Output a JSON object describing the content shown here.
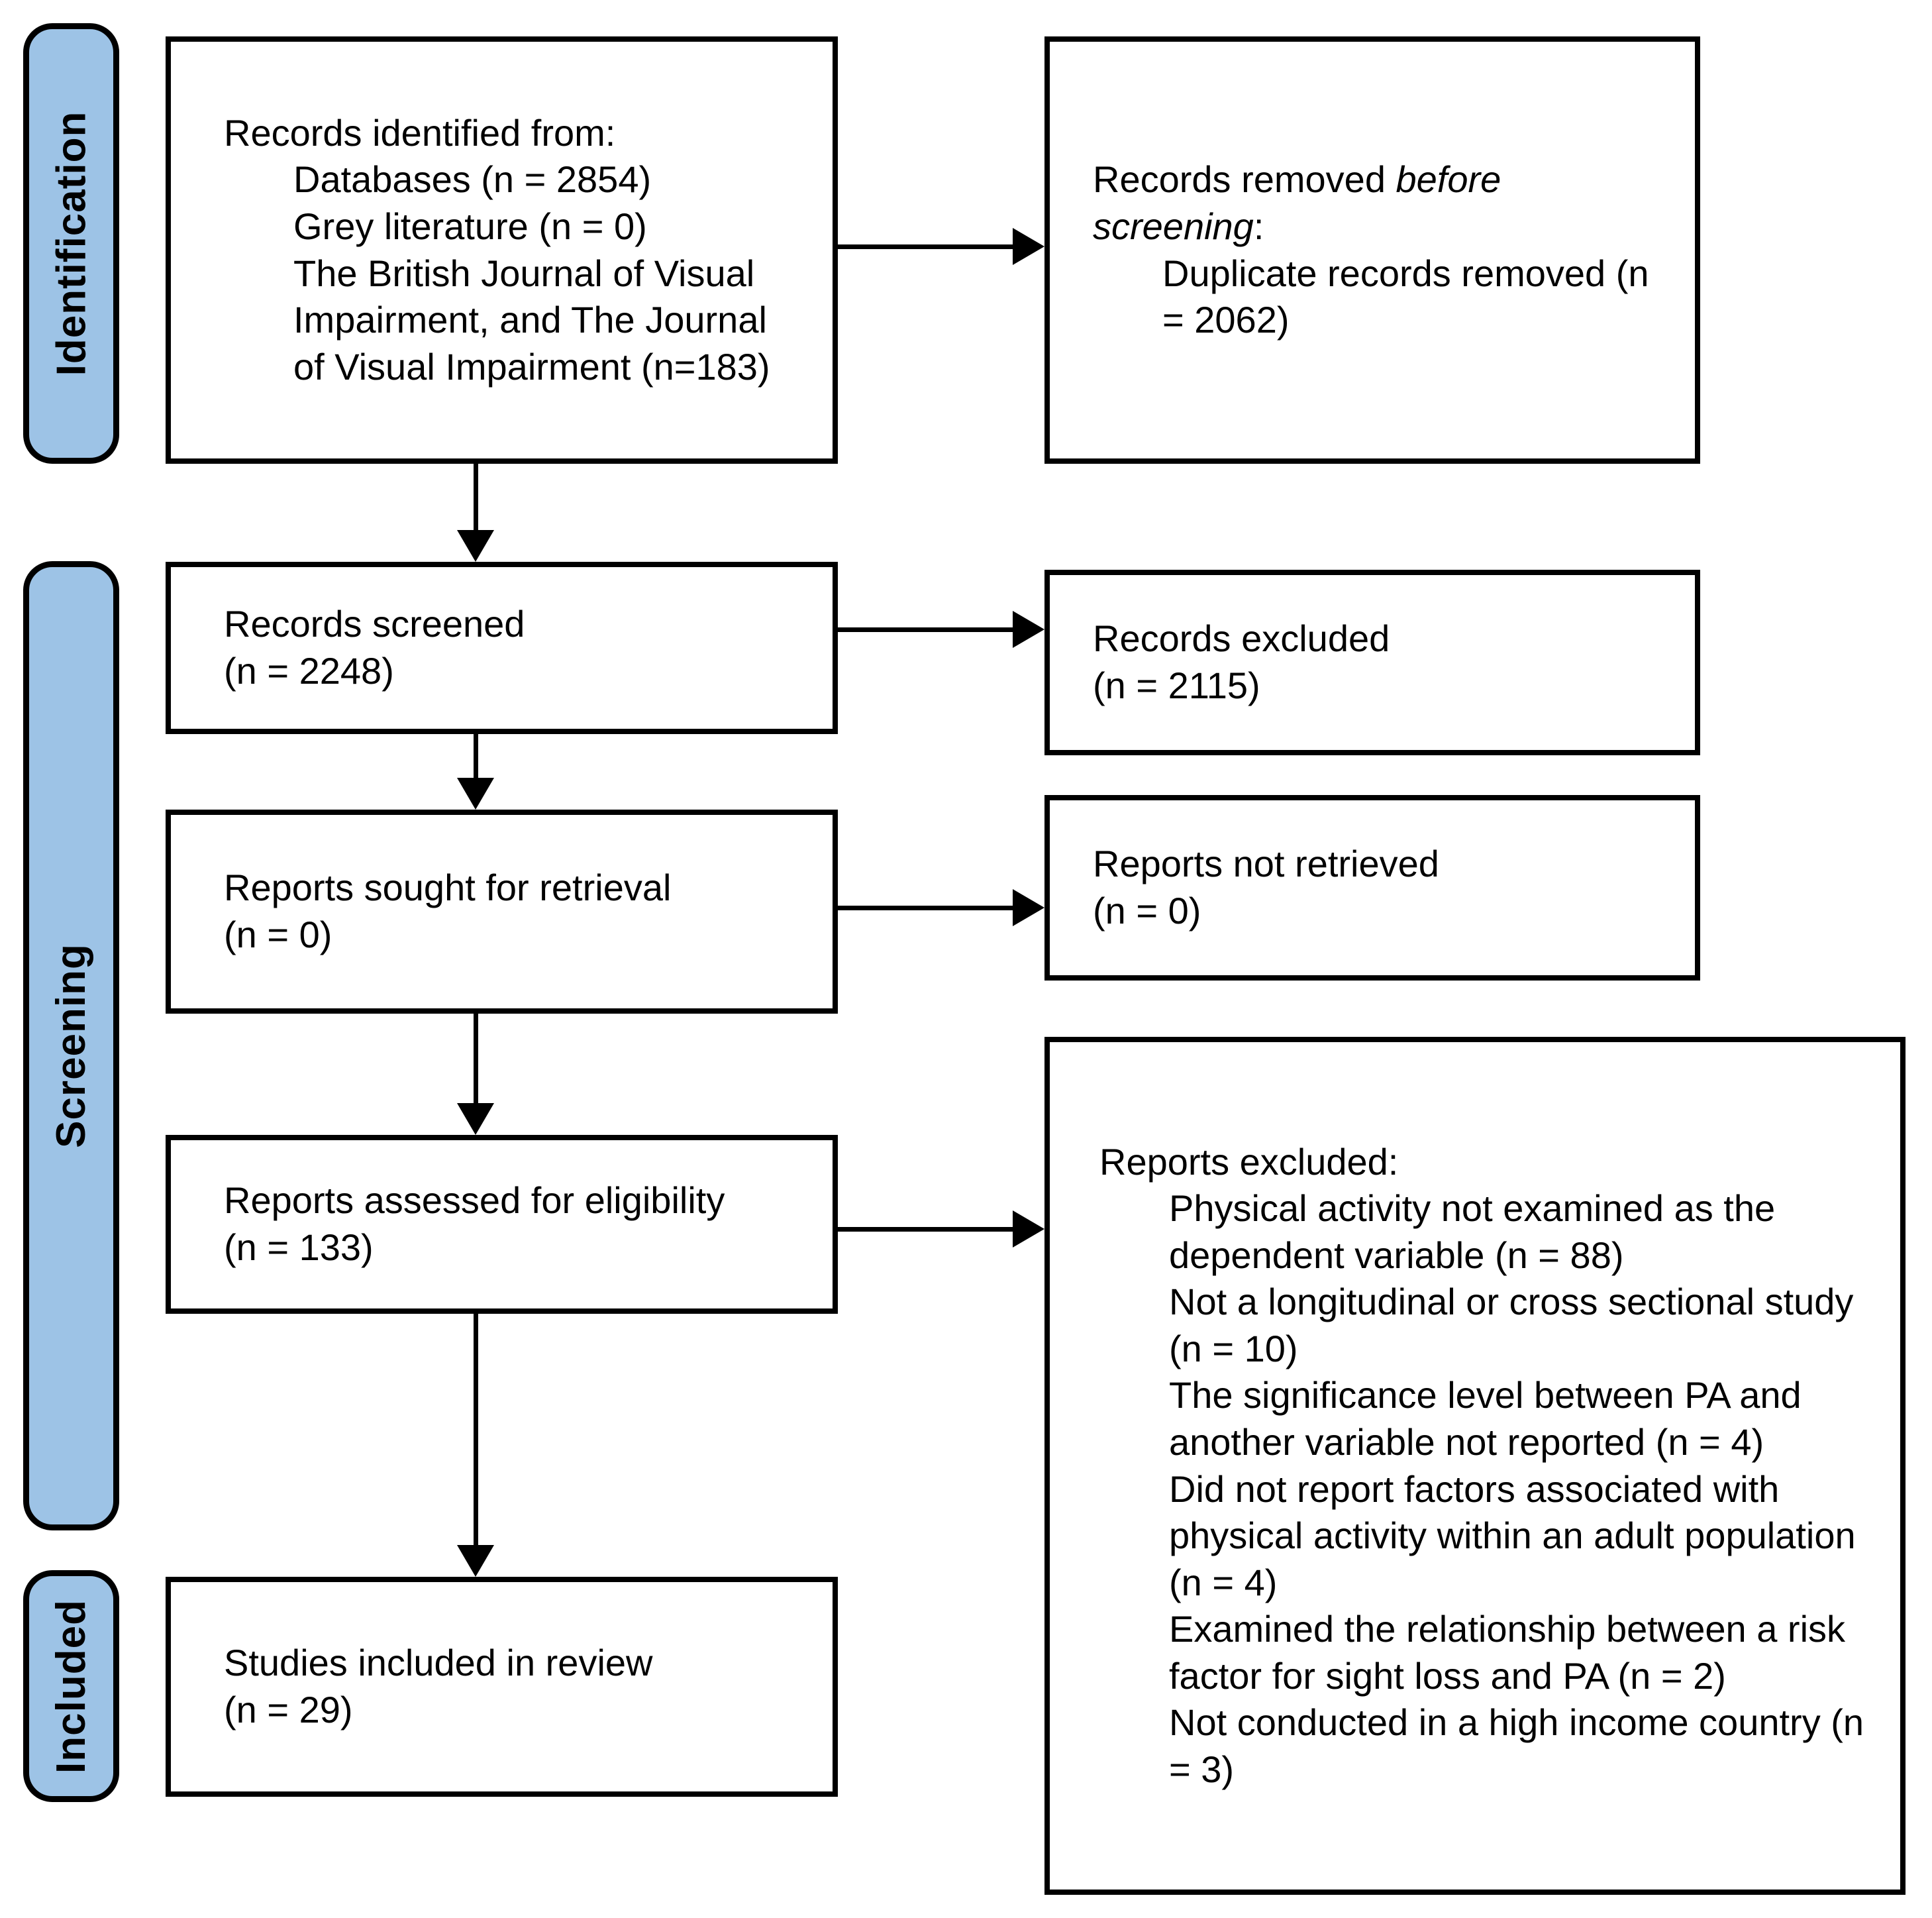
{
  "colors": {
    "sidebar_fill": "#9DC3E6",
    "border": "#000000",
    "background": "#FFFFFF"
  },
  "sidebar": {
    "identification": "Identification",
    "screening": "Screening",
    "included": "Included"
  },
  "boxes": {
    "records_identified": {
      "intro": "Records identified from:",
      "items": [
        "Databases (n = 2854)",
        "Grey literature  (n = 0)",
        "The British Journal of Visual Impairment, and The Journal of Visual Impairment (n=183)"
      ]
    },
    "records_removed": {
      "intro_prefix": "Records removed ",
      "intro_italic": "before screening",
      "intro_suffix": ":",
      "items": [
        "Duplicate records removed (n = 2062)"
      ]
    },
    "records_screened": {
      "title": "Records screened",
      "count": "(n = 2248)"
    },
    "records_excluded": {
      "title": "Records excluded",
      "count": "(n = 2115)"
    },
    "reports_sought": {
      "title": "Reports sought for retrieval",
      "count": "(n = 0)"
    },
    "reports_not_retrieved": {
      "title": "Reports not retrieved",
      "count": "(n = 0)"
    },
    "reports_assessed": {
      "title": "Reports assessed for eligibility",
      "count": "(n = 133)"
    },
    "reports_excluded": {
      "intro": "Reports excluded:",
      "items": [
        "Physical activity not examined as the dependent variable (n = 88)",
        "Not a longitudinal or cross sectional study (n = 10)",
        "The significance level between PA and another variable not reported (n = 4)",
        "Did not report factors associated with physical activity within an adult population (n = 4)",
        "Examined the relationship between a risk factor for sight loss and PA (n = 2)",
        "Not conducted in a high income country (n = 3)"
      ]
    },
    "studies_included": {
      "title": "Studies included in review",
      "count": "(n = 29)"
    }
  }
}
